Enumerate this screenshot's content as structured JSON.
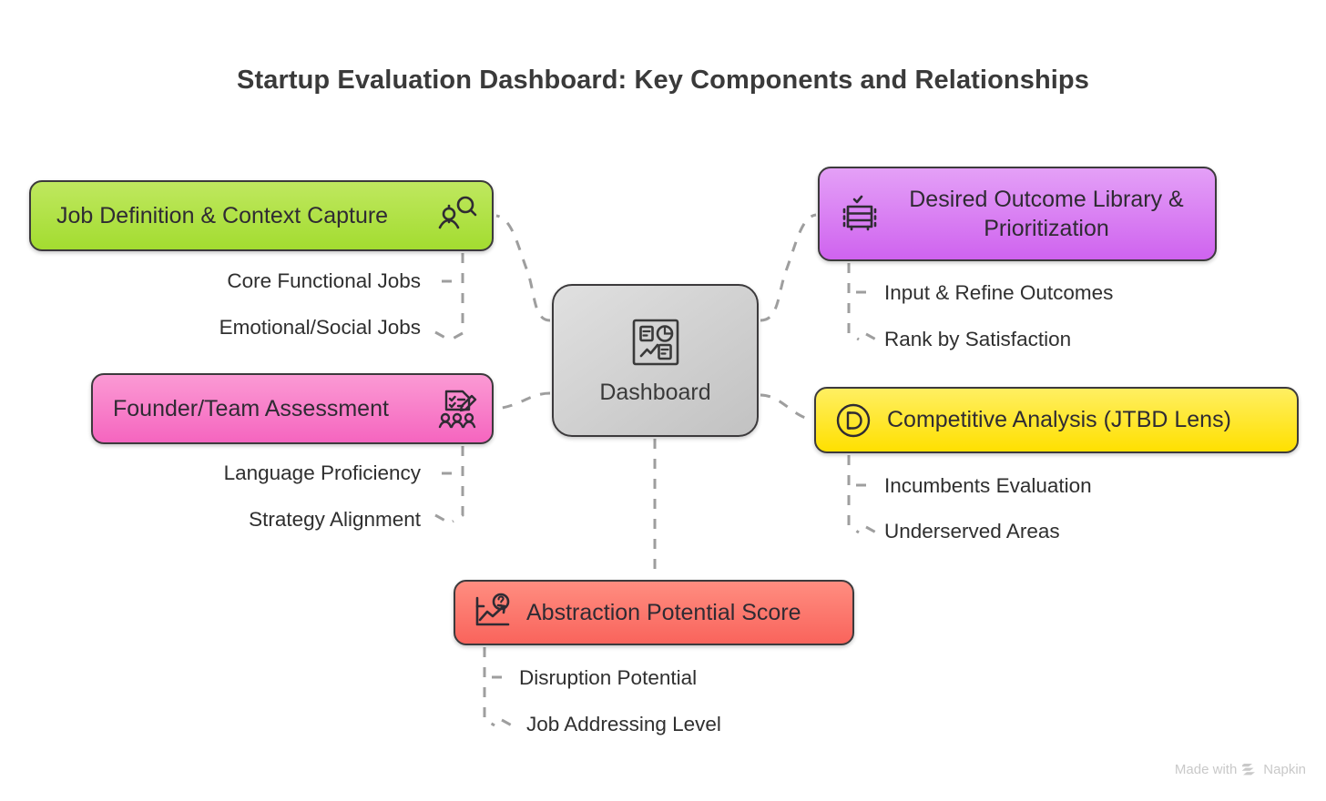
{
  "title": "Startup Evaluation Dashboard: Key Components and Relationships",
  "center": {
    "label": "Dashboard",
    "icon": "dashboard-grid-icon",
    "color": "#c2c2c2"
  },
  "nodes": [
    {
      "id": "job",
      "label": "Job Definition & Context Capture",
      "icon": "person-search-icon",
      "color": "#a3dc30",
      "children": [
        "Core Functional Jobs",
        "Emotional/Social Jobs"
      ]
    },
    {
      "id": "founder",
      "label": "Founder/Team Assessment",
      "icon": "checklist-pencil-people-icon",
      "color": "#f565bf",
      "children": [
        "Language Proficiency",
        "Strategy Alignment"
      ]
    },
    {
      "id": "outcome",
      "label": "Desired Outcome Library &\nPrioritization",
      "icon": "library-checklist-icon",
      "color": "#cf63ef",
      "children": [
        "Input & Refine Outcomes",
        "Rank by Satisfaction"
      ]
    },
    {
      "id": "comp",
      "label": "Competitive Analysis (JTBD Lens)",
      "icon": "circled-d-icon",
      "color": "#ffe000",
      "children": [
        "Incumbents Evaluation",
        "Underserved Areas"
      ]
    },
    {
      "id": "abs",
      "label": "Abstraction Potential Score",
      "icon": "chart-question-icon",
      "color": "#f9645c",
      "children": [
        "Disruption Potential",
        "Job Addressing Level"
      ]
    }
  ],
  "watermark": {
    "prefix": "Made with",
    "brand": "Napkin"
  },
  "chart_data": {
    "type": "diagram",
    "layout": "hub-and-spoke",
    "hub": "Dashboard",
    "spokes": [
      {
        "name": "Job Definition & Context Capture",
        "position": "top-left",
        "sub_items": [
          "Core Functional Jobs",
          "Emotional/Social Jobs"
        ]
      },
      {
        "name": "Desired Outcome Library & Prioritization",
        "position": "top-right",
        "sub_items": [
          "Input & Refine Outcomes",
          "Rank by Satisfaction"
        ]
      },
      {
        "name": "Founder/Team Assessment",
        "position": "mid-left",
        "sub_items": [
          "Language Proficiency",
          "Strategy Alignment"
        ]
      },
      {
        "name": "Competitive Analysis (JTBD Lens)",
        "position": "mid-right",
        "sub_items": [
          "Incumbents Evaluation",
          "Underserved Areas"
        ]
      },
      {
        "name": "Abstraction Potential Score",
        "position": "bottom",
        "sub_items": [
          "Disruption Potential",
          "Job Addressing Level"
        ]
      }
    ]
  }
}
